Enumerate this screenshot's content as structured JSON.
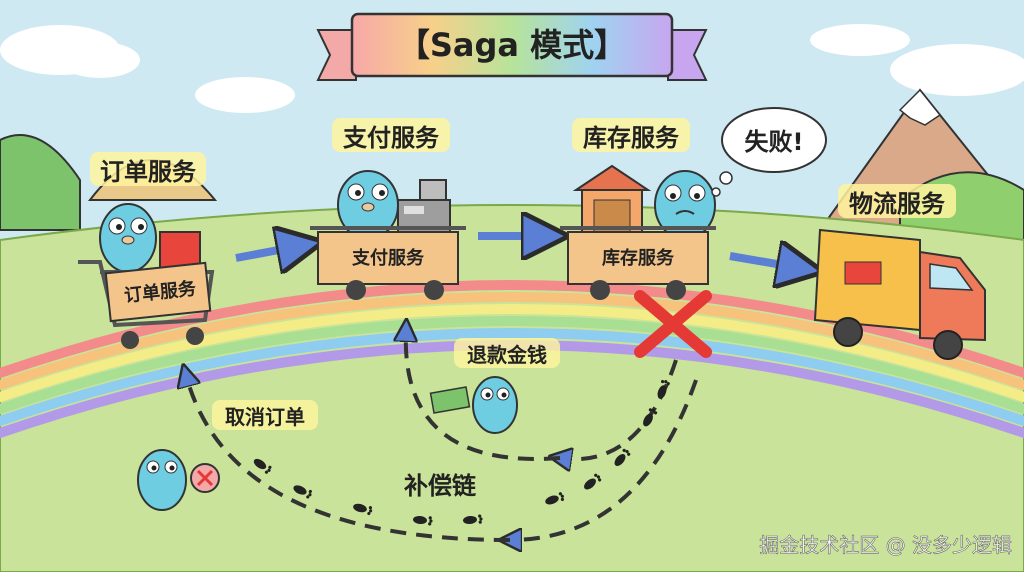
{
  "banner": {
    "title": "【Saga 模式】"
  },
  "services": {
    "order": {
      "label": "订单服务",
      "cart_label": "订单服务"
    },
    "payment": {
      "label": "支付服务",
      "cart_label": "支付服务"
    },
    "inventory": {
      "label": "库存服务",
      "cart_label": "库存服务",
      "bubble": "失败!"
    },
    "logistics": {
      "label": "物流服务"
    }
  },
  "compensation": {
    "refund": "退款金钱",
    "cancel_order": "取消订单",
    "chain": "补偿链"
  },
  "watermark": "掘金技术社区 @ 没多少逻辑",
  "colors": {
    "sky": "#cfe9f3",
    "grass": "#c9e39a",
    "arrow_blue": "#5a7fd4",
    "gopher": "#6fcde2",
    "fail_red": "#e53935"
  }
}
